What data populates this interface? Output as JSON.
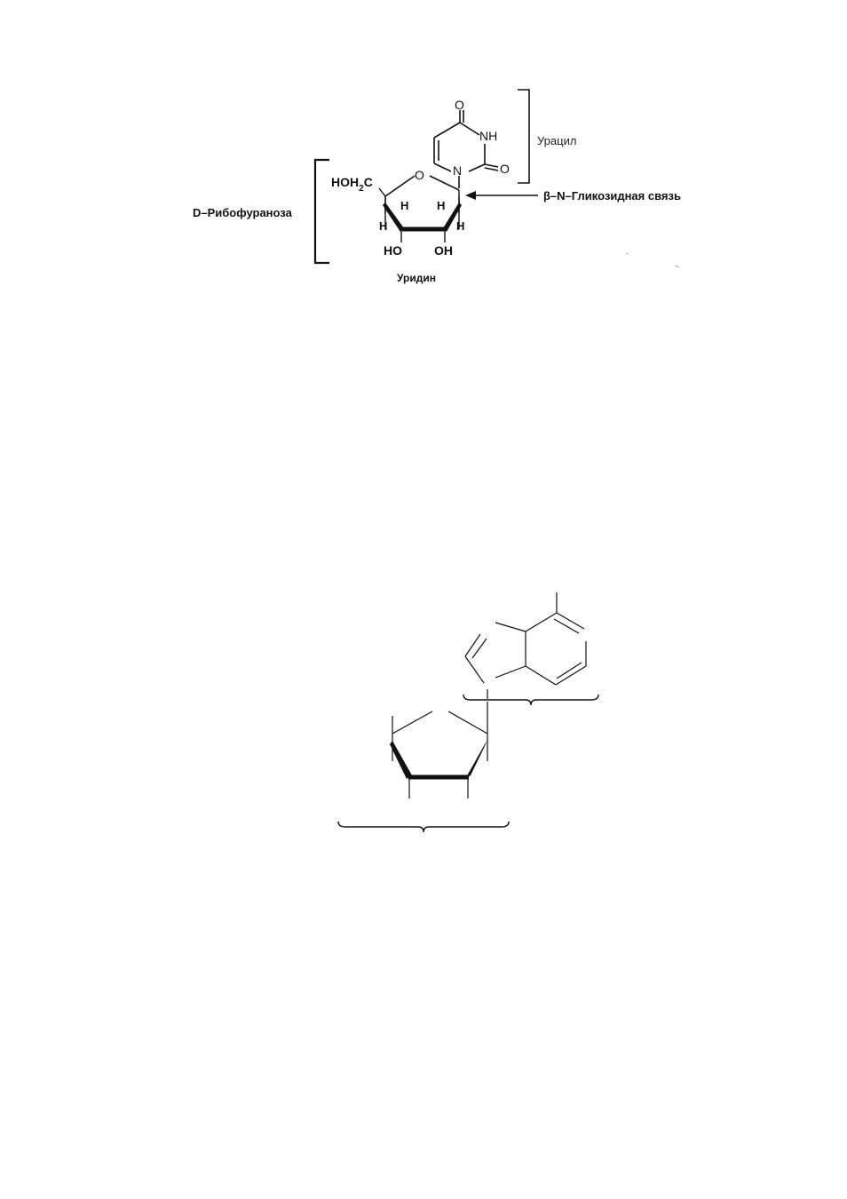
{
  "figure1": {
    "sugar_label": "D–Рибофураноза",
    "base_label": "Урацил",
    "bond_label": "β–N–Гликозидная связь",
    "compound_name": "Уридин",
    "atoms": {
      "hoh2c": "HOH",
      "hoh2c_sub": "2",
      "hoh2c_c": "C",
      "ring_o": "O",
      "h1": "H",
      "h2": "H",
      "h3": "H",
      "h4": "H",
      "oh3": "HO",
      "oh2": "OH",
      "n1": "N",
      "nh": "NH",
      "o4": "O",
      "o2": "O"
    }
  },
  "figure2": {}
}
